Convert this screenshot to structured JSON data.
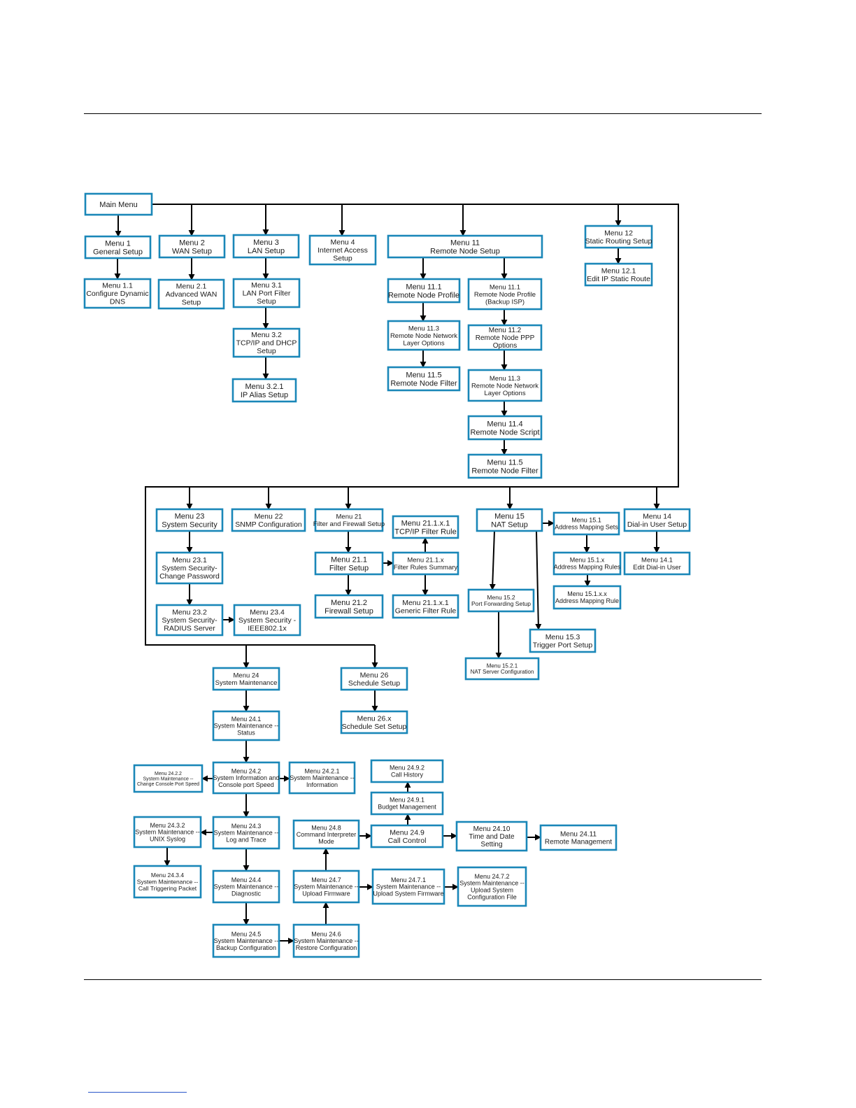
{
  "diagram": {
    "colors": {
      "box_border": "#1a87b8",
      "line": "#000000",
      "text": "#1a1a1a"
    },
    "boxes": {
      "main": [
        "Main Menu"
      ],
      "m1": [
        "Menu 1",
        "General Setup"
      ],
      "m11_1": [
        "Menu 1.1",
        "Configure Dynamic",
        "DNS"
      ],
      "m2": [
        "Menu 2",
        "WAN Setup"
      ],
      "m2_1": [
        "Menu 2.1",
        "Advanced WAN",
        "Setup"
      ],
      "m3": [
        "Menu 3",
        "LAN Setup"
      ],
      "m3_1": [
        "Menu 3.1",
        "LAN Port Filter",
        "Setup"
      ],
      "m3_2": [
        "Menu 3.2",
        "TCP/IP and DHCP",
        "Setup"
      ],
      "m3_2_1": [
        "Menu 3.2.1",
        "IP Alias Setup"
      ],
      "m4": [
        "Menu 4",
        "Internet Access",
        "Setup"
      ],
      "m11": [
        "Menu 11",
        "Remote Node Setup"
      ],
      "m11_1a": [
        "Menu 11.1",
        "Remote Node Profile"
      ],
      "m11_3a": [
        "Menu 11.3",
        "Remote Node Network",
        "Layer Options"
      ],
      "m11_5a": [
        "Menu 11.5",
        "Remote Node Filter"
      ],
      "m11_1b": [
        "Menu 11.1",
        "Remote Node Profile",
        "(Backup ISP)"
      ],
      "m11_2": [
        "Menu 11.2",
        "Remote Node PPP",
        "Options"
      ],
      "m11_3b": [
        "Menu 11.3",
        "Remote Node Network",
        "Layer Options"
      ],
      "m11_4": [
        "Menu 11.4",
        "Remote Node Script"
      ],
      "m11_5b": [
        "Menu 11.5",
        "Remote Node Filter"
      ],
      "m12": [
        "Menu 12",
        "Static Routing Setup"
      ],
      "m12_1": [
        "Menu 12.1",
        "Edit IP Static Route"
      ],
      "m23": [
        "Menu 23",
        "System Security"
      ],
      "m23_1": [
        "Menu 23.1",
        "System Security-",
        "Change Password"
      ],
      "m23_2": [
        "Menu 23.2",
        "System Security-",
        "RADIUS Server"
      ],
      "m23_4": [
        "Menu 23.4",
        "System Security -",
        "IEEE802.1x"
      ],
      "m22": [
        "Menu 22",
        "SNMP Configuration"
      ],
      "m21": [
        "Menu 21",
        "Filter and Firewall Setup"
      ],
      "m21_1": [
        "Menu 21.1",
        "Filter Setup"
      ],
      "m21_2": [
        "Menu 21.2",
        "Firewall Setup"
      ],
      "m21_1x1a": [
        "Menu 21.1.x.1",
        "TCP/IP Filter Rule"
      ],
      "m21_1x": [
        "Menu 21.1.x",
        "Filter Rules Summary"
      ],
      "m21_1x1b": [
        "Menu 21.1.x.1",
        "Generic Filter Rule"
      ],
      "m15": [
        "Menu 15",
        "NAT Setup"
      ],
      "m15_1": [
        "Menu 15.1",
        "Address Mapping Sets"
      ],
      "m15_1x": [
        "Menu 15.1.x",
        "Address Mapping Rules"
      ],
      "m15_1xx": [
        "Menu 15.1.x.x",
        "Address Mapping Rule"
      ],
      "m15_2": [
        "Menu 15.2",
        "Port Forwarding Setup"
      ],
      "m15_2_1": [
        "Menu 15.2.1",
        "NAT Server Configuration"
      ],
      "m15_3": [
        "Menu 15.3",
        "Trigger Port Setup"
      ],
      "m14": [
        "Menu 14",
        "Dial-in User Setup"
      ],
      "m14_1": [
        "Menu 14.1",
        "Edit Dial-in User"
      ],
      "m24": [
        "Menu 24",
        "System Maintenance"
      ],
      "m26": [
        "Menu 26",
        "Schedule Setup"
      ],
      "m26_x": [
        "Menu 26.x",
        "Schedule Set Setup"
      ],
      "m24_1": [
        "Menu 24.1",
        "System Maintenance --",
        "Status"
      ],
      "m24_2": [
        "Menu 24.2",
        "System Information and",
        "Console port Speed"
      ],
      "m24_2_2": [
        "Menu 24.2.2",
        "System Maintenance --",
        "Change Console Port Speed"
      ],
      "m24_2_1": [
        "Menu 24.2.1",
        "System Maintenance --",
        "Information"
      ],
      "m24_9_2": [
        "Menu 24.9.2",
        "Call History"
      ],
      "m24_9_1": [
        "Menu 24.9.1",
        "Budget Management"
      ],
      "m24_3": [
        "Menu 24.3",
        "System Maintenance --",
        "Log and Trace"
      ],
      "m24_3_2": [
        "Menu 24.3.2",
        "System Maintenance --",
        "UNIX Syslog"
      ],
      "m24_3_4": [
        "Menu 24.3.4",
        "System Maintenance --",
        "Call Triggering Packet"
      ],
      "m24_8": [
        "Menu 24.8",
        "Command Interpreter",
        "Mode"
      ],
      "m24_9": [
        "Menu 24.9",
        "Call Control"
      ],
      "m24_10": [
        "Menu 24.10",
        "Time and Date",
        "Setting"
      ],
      "m24_11": [
        "Menu 24.11",
        "Remote Management"
      ],
      "m24_4": [
        "Menu 24.4",
        "System Maintenance --",
        "Diagnostic"
      ],
      "m24_7": [
        "Menu 24.7",
        "System Maintenance --",
        "Upload Firmware"
      ],
      "m24_7_1": [
        "Menu 24.7.1",
        "System Maintenance --",
        "Upload System Firmware"
      ],
      "m24_7_2": [
        "Menu 24.7.2",
        "System Maintenance --",
        "Upload System",
        "Configuration File"
      ],
      "m24_5": [
        "Menu 24.5",
        "System Maintenance --",
        "Backup Configuration"
      ],
      "m24_6": [
        "Menu 24.6",
        "System Maintenance --",
        "Restore Configuration"
      ]
    }
  }
}
